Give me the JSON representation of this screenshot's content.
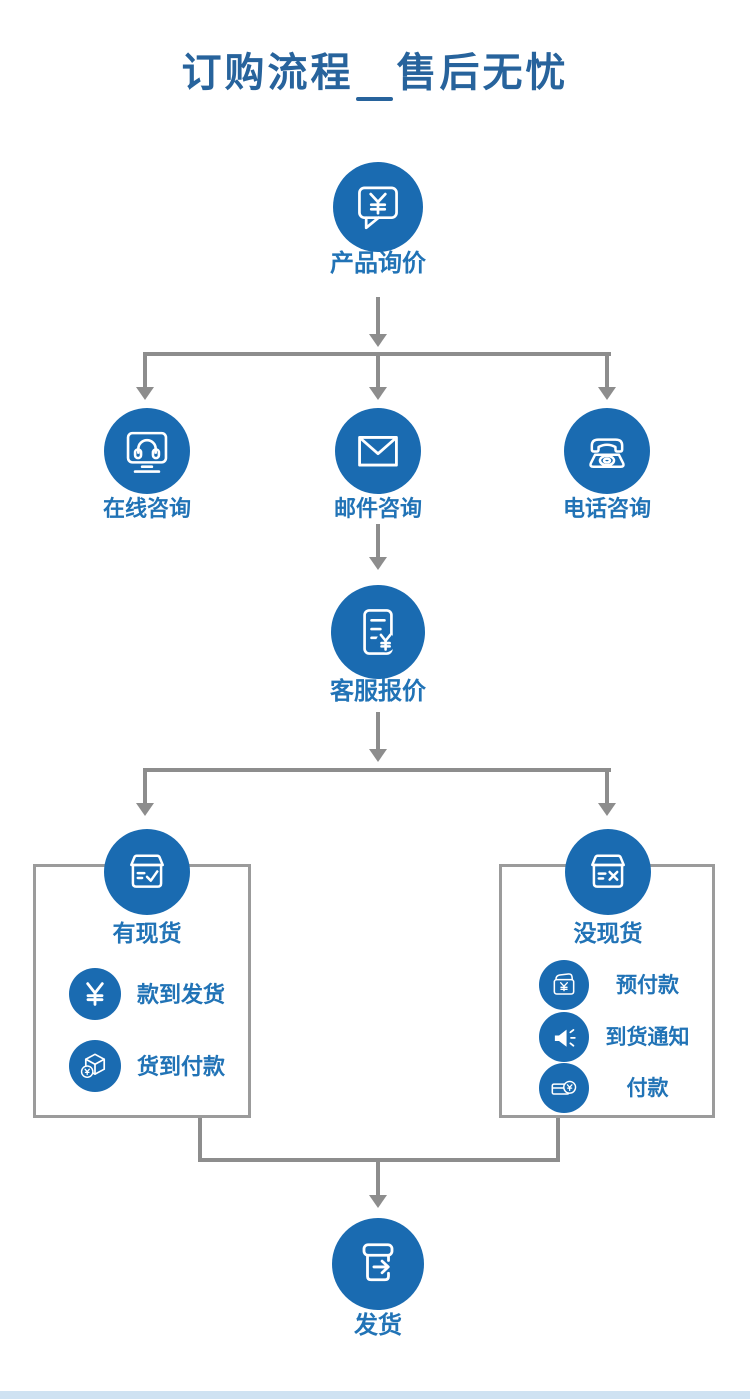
{
  "title": {
    "text": "订购流程　售后无忧"
  },
  "nodes": {
    "inquiry": {
      "label": "产品询价",
      "icon": "chat-yen-icon"
    },
    "online": {
      "label": "在线咨询",
      "icon": "monitor-headset-icon"
    },
    "email": {
      "label": "邮件咨询",
      "icon": "envelope-icon"
    },
    "phone": {
      "label": "电话咨询",
      "icon": "telephone-icon"
    },
    "quote": {
      "label": "客服报价",
      "icon": "invoice-yen-icon"
    },
    "in_stock": {
      "label": "有现货",
      "icon": "box-check-icon"
    },
    "out_of_stock": {
      "label": "没现货",
      "icon": "box-x-icon"
    },
    "ship": {
      "label": "发货",
      "icon": "box-arrow-icon"
    }
  },
  "in_stock_items": [
    {
      "label": "款到发货",
      "icon": "yen-coin-icon"
    },
    {
      "label": "货到付款",
      "icon": "cube-coin-icon"
    }
  ],
  "out_of_stock_items": [
    {
      "label": "预付款",
      "icon": "wallet-yen-icon"
    },
    {
      "label": "到货通知",
      "icon": "loudspeaker-icon"
    },
    {
      "label": "付款",
      "icon": "card-coin-icon"
    }
  ],
  "colors": {
    "circle_blue": "#1a6bb1",
    "label_blue": "#2173b6",
    "title_blue": "#27639c",
    "connector_gray": "#8d8d8d",
    "box_border_gray": "#9b9b9b"
  }
}
